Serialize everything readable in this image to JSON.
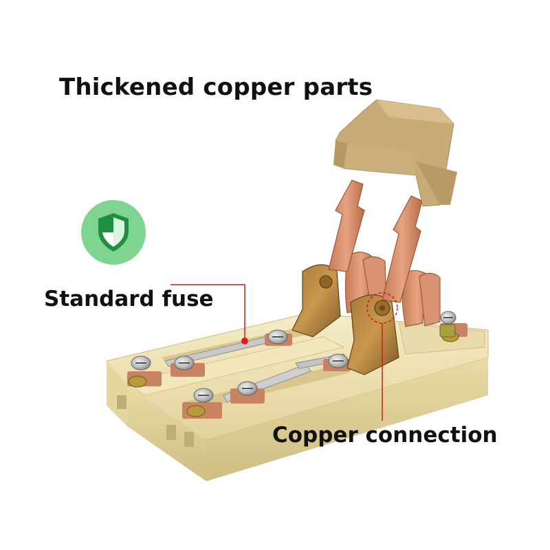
{
  "labels": {
    "title": "Thickened copper parts",
    "fuse": "Standard fuse",
    "copper": "Copper connection"
  },
  "icons": {
    "badge": "shield-check-icon"
  },
  "colors": {
    "badge_circle": "#7fd48f",
    "shield_dark": "#1f8f3f",
    "shield_light": "#ffffff",
    "callout_line": "#d11a1a",
    "base_body": "#eee2b4",
    "copper": "#d88a66",
    "handle": "#c9ad7c"
  }
}
